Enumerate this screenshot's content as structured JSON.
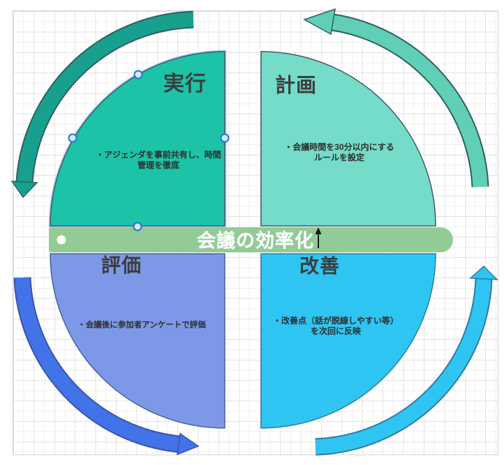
{
  "canvas": {
    "background": "#ffffff",
    "grid_minor_color": "#efefef",
    "grid_major_color": "#e2e2e2"
  },
  "banner": {
    "label": "会議の効率化",
    "fill": "#93CB96",
    "text_color": "#ffffff"
  },
  "quadrants": [
    {
      "position": "top-left",
      "title": "実行",
      "note_lines": [
        "・アジェンダを事前共有し、時間",
        "管理を徹底"
      ],
      "fill": "#1CC3A6",
      "stroke": "#3E5A68",
      "selected": true
    },
    {
      "position": "top-right",
      "title": "計画",
      "note_lines": [
        "・会議時間を30分以内にする",
        "ルールを設定"
      ],
      "fill": "#74DCC8",
      "stroke": "#3E5A68",
      "selected": false
    },
    {
      "position": "bottom-left",
      "title": "評価",
      "note_lines": [
        "・会議後に参加者アンケートで評価"
      ],
      "fill": "#7D98E6",
      "stroke": "#47619C",
      "selected": false
    },
    {
      "position": "bottom-right",
      "title": "改善",
      "note_lines": [
        "・改善点（話が脱線しやすい等）",
        "を次回に反映"
      ],
      "fill": "#2FC5F2",
      "stroke": "#2E7BA6",
      "selected": false
    }
  ],
  "arrows": [
    {
      "position": "top-left",
      "head_points": "down",
      "fill": "#17A08D",
      "stroke": "#2F5F63"
    },
    {
      "position": "top-right",
      "head_points": "left",
      "fill": "#61CEB8",
      "stroke": "#2F5F63"
    },
    {
      "position": "bottom-left",
      "head_points": "right",
      "fill": "#4273E8",
      "stroke": "#3A55A8"
    },
    {
      "position": "bottom-right",
      "head_points": "up",
      "fill": "#2FC5F2",
      "stroke": "#2E7BA6"
    }
  ],
  "selection": {
    "handle_fill": "#D7E9FB",
    "handle_stroke": "#1F75D8",
    "handle_count": 4
  },
  "cursor_marker": {
    "color": "#1a1a1a",
    "direction": "up"
  }
}
